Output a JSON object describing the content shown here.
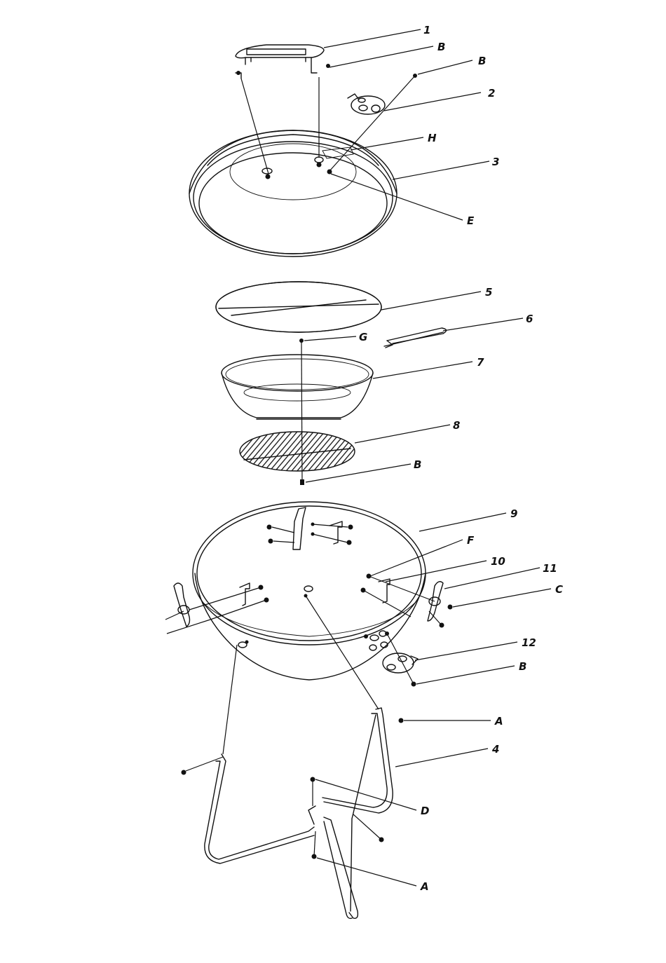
{
  "diagram": {
    "callouts": {
      "c1": "1",
      "cB1": "B",
      "cB2": "B",
      "c2": "2",
      "cH": "H",
      "c3": "3",
      "cE": "E",
      "c5": "5",
      "c6": "6",
      "cG": "G",
      "c7": "7",
      "c8": "8",
      "cB3": "B",
      "c9": "9",
      "cF": "F",
      "c10": "10",
      "c11": "11",
      "cC": "C",
      "c12": "12",
      "cB4": "B",
      "cA1": "A",
      "c4": "4",
      "cD": "D",
      "cA2": "A"
    },
    "colors": {
      "line": "#111111",
      "background": "#ffffff"
    }
  }
}
